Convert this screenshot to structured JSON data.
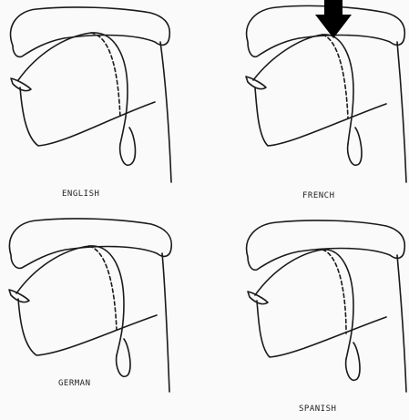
{
  "panels": [
    {
      "label": "ENGLISH"
    },
    {
      "label": "FRENCH"
    },
    {
      "label": "GERMAN"
    },
    {
      "label": "SPANISH"
    }
  ],
  "colors": {
    "ink": "#1a1a1a",
    "paper": "#fafafa"
  },
  "icons": {
    "indicator": "down-arrow-icon"
  }
}
